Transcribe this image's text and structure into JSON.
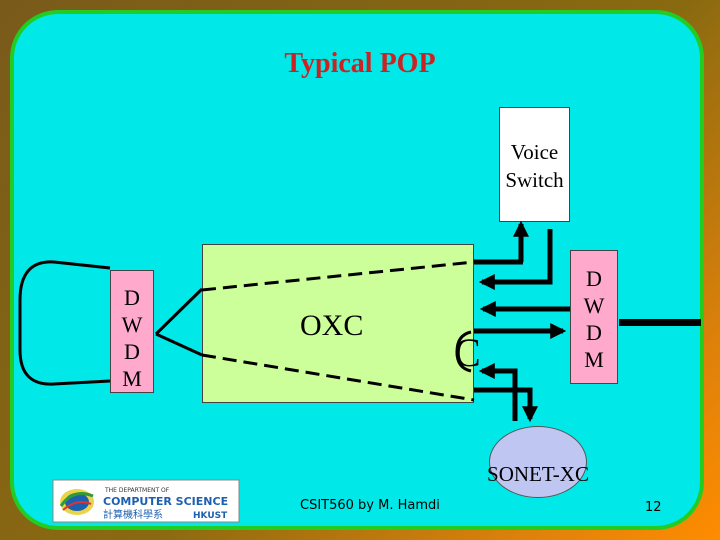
{
  "title": "Typical POP",
  "voice_switch": {
    "line1": "Voice",
    "line2": "Switch"
  },
  "oxc_label": "OXC",
  "dwdm_letters": [
    "D",
    "W",
    "D",
    "M"
  ],
  "c_label": "C",
  "sonet_label": "SONET-XC",
  "footer": "CSIT560 by M. Hamdi",
  "page_number": "12",
  "logo": {
    "top_text": "THE DEPARTMENT OF",
    "main_text": "COMPUTER SCIENCE",
    "chinese_text": "計算機科學系",
    "school_text": "HKUST"
  },
  "colors": {
    "title": "#cc2222",
    "slide_bg": "#00e8e8",
    "slide_border": "#22cc22",
    "oxc_fill": "#ccff99",
    "dwdm_fill": "#ffaacc",
    "sonet_fill": "#c0c6f2"
  }
}
